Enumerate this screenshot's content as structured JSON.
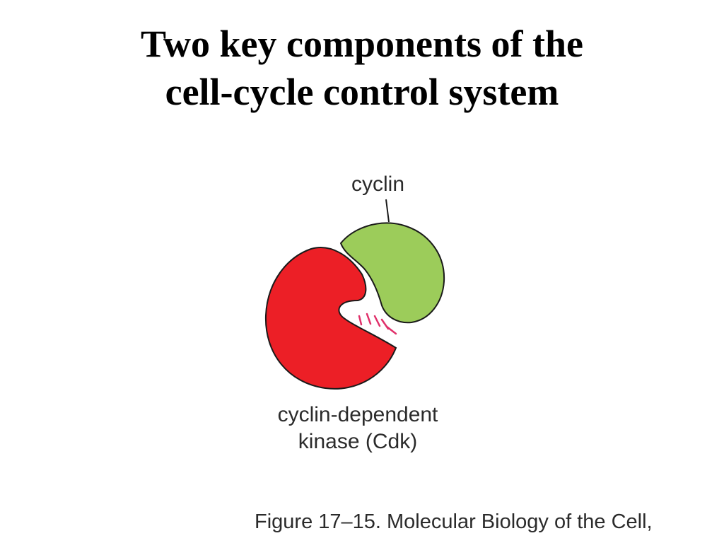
{
  "slide": {
    "title_line1": "Two key components of the",
    "title_line2": "cell-cycle control system"
  },
  "diagram": {
    "cyclin_label": "cyclin",
    "cdk_label_line1": "cyclin-dependent",
    "cdk_label_line2": "kinase (Cdk)",
    "colors": {
      "cyclin_fill": "#9ccc5a",
      "cdk_fill": "#ec1f26",
      "outline": "#1a1a1a",
      "active_site_marks": "#e0306a"
    }
  },
  "caption": "Figure 17–15. Molecular Biology of the Cell,"
}
